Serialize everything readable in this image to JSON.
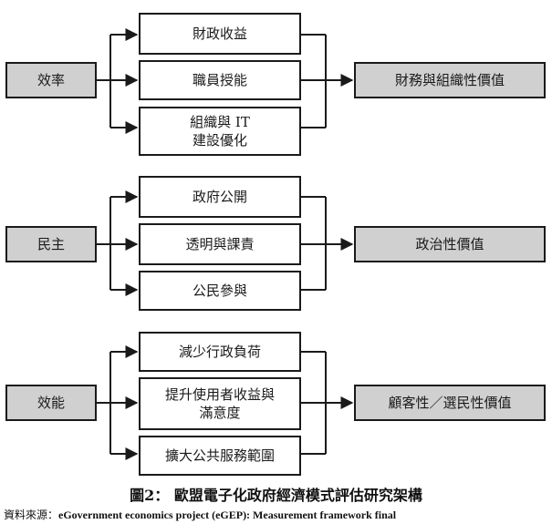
{
  "groups": [
    {
      "input": "效率",
      "items": [
        "財政收益",
        "職員授能",
        "組織與 IT\n建設優化"
      ],
      "output": "財務與組織性價值"
    },
    {
      "input": "民主",
      "items": [
        "政府公開",
        "透明與課責",
        "公民參與"
      ],
      "output": "政治性價值"
    },
    {
      "input": "效能",
      "items": [
        "減少行政負荷",
        "提升使用者收益與\n滿意度",
        "擴大公共服務範圍"
      ],
      "output": "顧客性／選民性價值"
    }
  ],
  "caption": "圖2： 歐盟電子化政府經濟模式評估研究架構",
  "source": {
    "prefix": "資料來源：",
    "text": "eGovernment economics project (eGEP): Measurement framework final"
  },
  "colors": {
    "box_fill": "#ffffff",
    "shaded_fill": "#d0d0d0",
    "line": "#1a1a1a"
  }
}
